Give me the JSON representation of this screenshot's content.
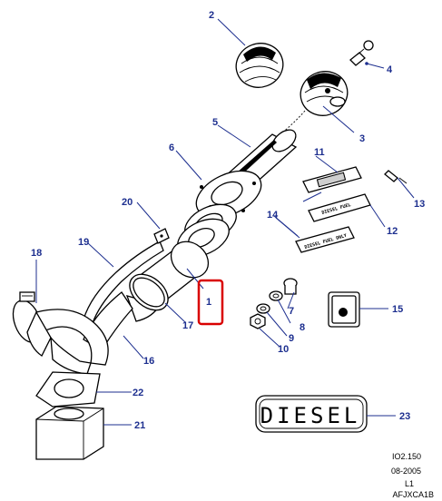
{
  "callouts": [
    "1",
    "2",
    "3",
    "4",
    "5",
    "6",
    "7",
    "8",
    "9",
    "10",
    "11",
    "12",
    "13",
    "14",
    "15",
    "16",
    "17",
    "18",
    "19",
    "20",
    "21",
    "22",
    "23"
  ],
  "selected_callout": "1",
  "plate_texts": {
    "diesel_badge": "DIESEL",
    "plate_12": "DIESEL FUEL",
    "plate_14": "DIESEL FUEL ONLY"
  },
  "info": {
    "ref": "IO2.150",
    "date": "08-2005",
    "level": "L1",
    "code": "AFJXCA1B"
  },
  "colors": {
    "callout": "#1d2f8f",
    "highlight": "#d90000"
  }
}
